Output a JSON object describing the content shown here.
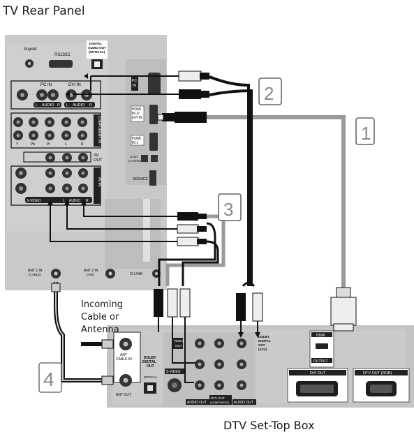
{
  "titles": {
    "tv_panel": "TV Rear Panel",
    "settop_box": "DTV Set-Top Box"
  },
  "incoming_note": {
    "line1": "Incoming",
    "line2": "Cable or",
    "line3": "Antenna"
  },
  "step_numbers": [
    "1",
    "2",
    "3",
    "4"
  ],
  "tv_labels": {
    "anynet": "Anynet",
    "rs232c": "RS232C",
    "digital_audio_out": [
      "DIGITAL",
      "AUDIO OUT",
      "(OPTICAL)"
    ],
    "pc_in": "PC IN",
    "dvi_in": "DVI IN",
    "audio_row": [
      "L",
      "AUDIO",
      "R"
    ],
    "pc_side": [
      "PC",
      "IN"
    ],
    "hdmi2": [
      "HDMI",
      "IN 2/",
      "DVI IN"
    ],
    "hdmi1": [
      "HDMI",
      "IN 1"
    ],
    "component_in": "COMPONENT IN",
    "component_sub": [
      "Y",
      "Pb",
      "Pr",
      "L",
      "R"
    ],
    "av_out": [
      "AV",
      "OUT"
    ],
    "av_in": "AV IN",
    "svideo": "S-VIDEO",
    "dlink": [
      "D-NET",
      "(ETHERNET)"
    ],
    "service": "SERVICE",
    "ant1": [
      "ANT 1 IN",
      "(CABLE)"
    ],
    "ant2": [
      "ANT 2 IN",
      "(AIR)"
    ],
    "glink": "G-LINK"
  },
  "stb_labels": {
    "ant_cable_in": [
      "ANT",
      "CABLE IN"
    ],
    "ant_out": "ANT OUT",
    "dolby": [
      "DOLBY",
      "DIGITAL",
      "OUT"
    ],
    "optical": "OPTICAL",
    "video_out": [
      "VIDEO",
      "OUT"
    ],
    "svideo": "S-VIDEO",
    "audio_out": "AUDIO OUT",
    "dtv_out_component": [
      "DTV OUT",
      "(COMPONENT)"
    ],
    "dolby2": [
      "DOLBY",
      "DIGITAL",
      "OUT",
      "(AC3)"
    ],
    "hdmi": "HDMI",
    "output": "OUTPUT",
    "dvi_out": "DVI OUT",
    "dtv_out_rgb": "DTV OUT (RGB)"
  },
  "colors": {
    "panel_gray": "#c9c9c9",
    "stb_gray": "#c4c4c4",
    "cable_gray": "#9a9a9a",
    "cable_black": "#111111"
  }
}
